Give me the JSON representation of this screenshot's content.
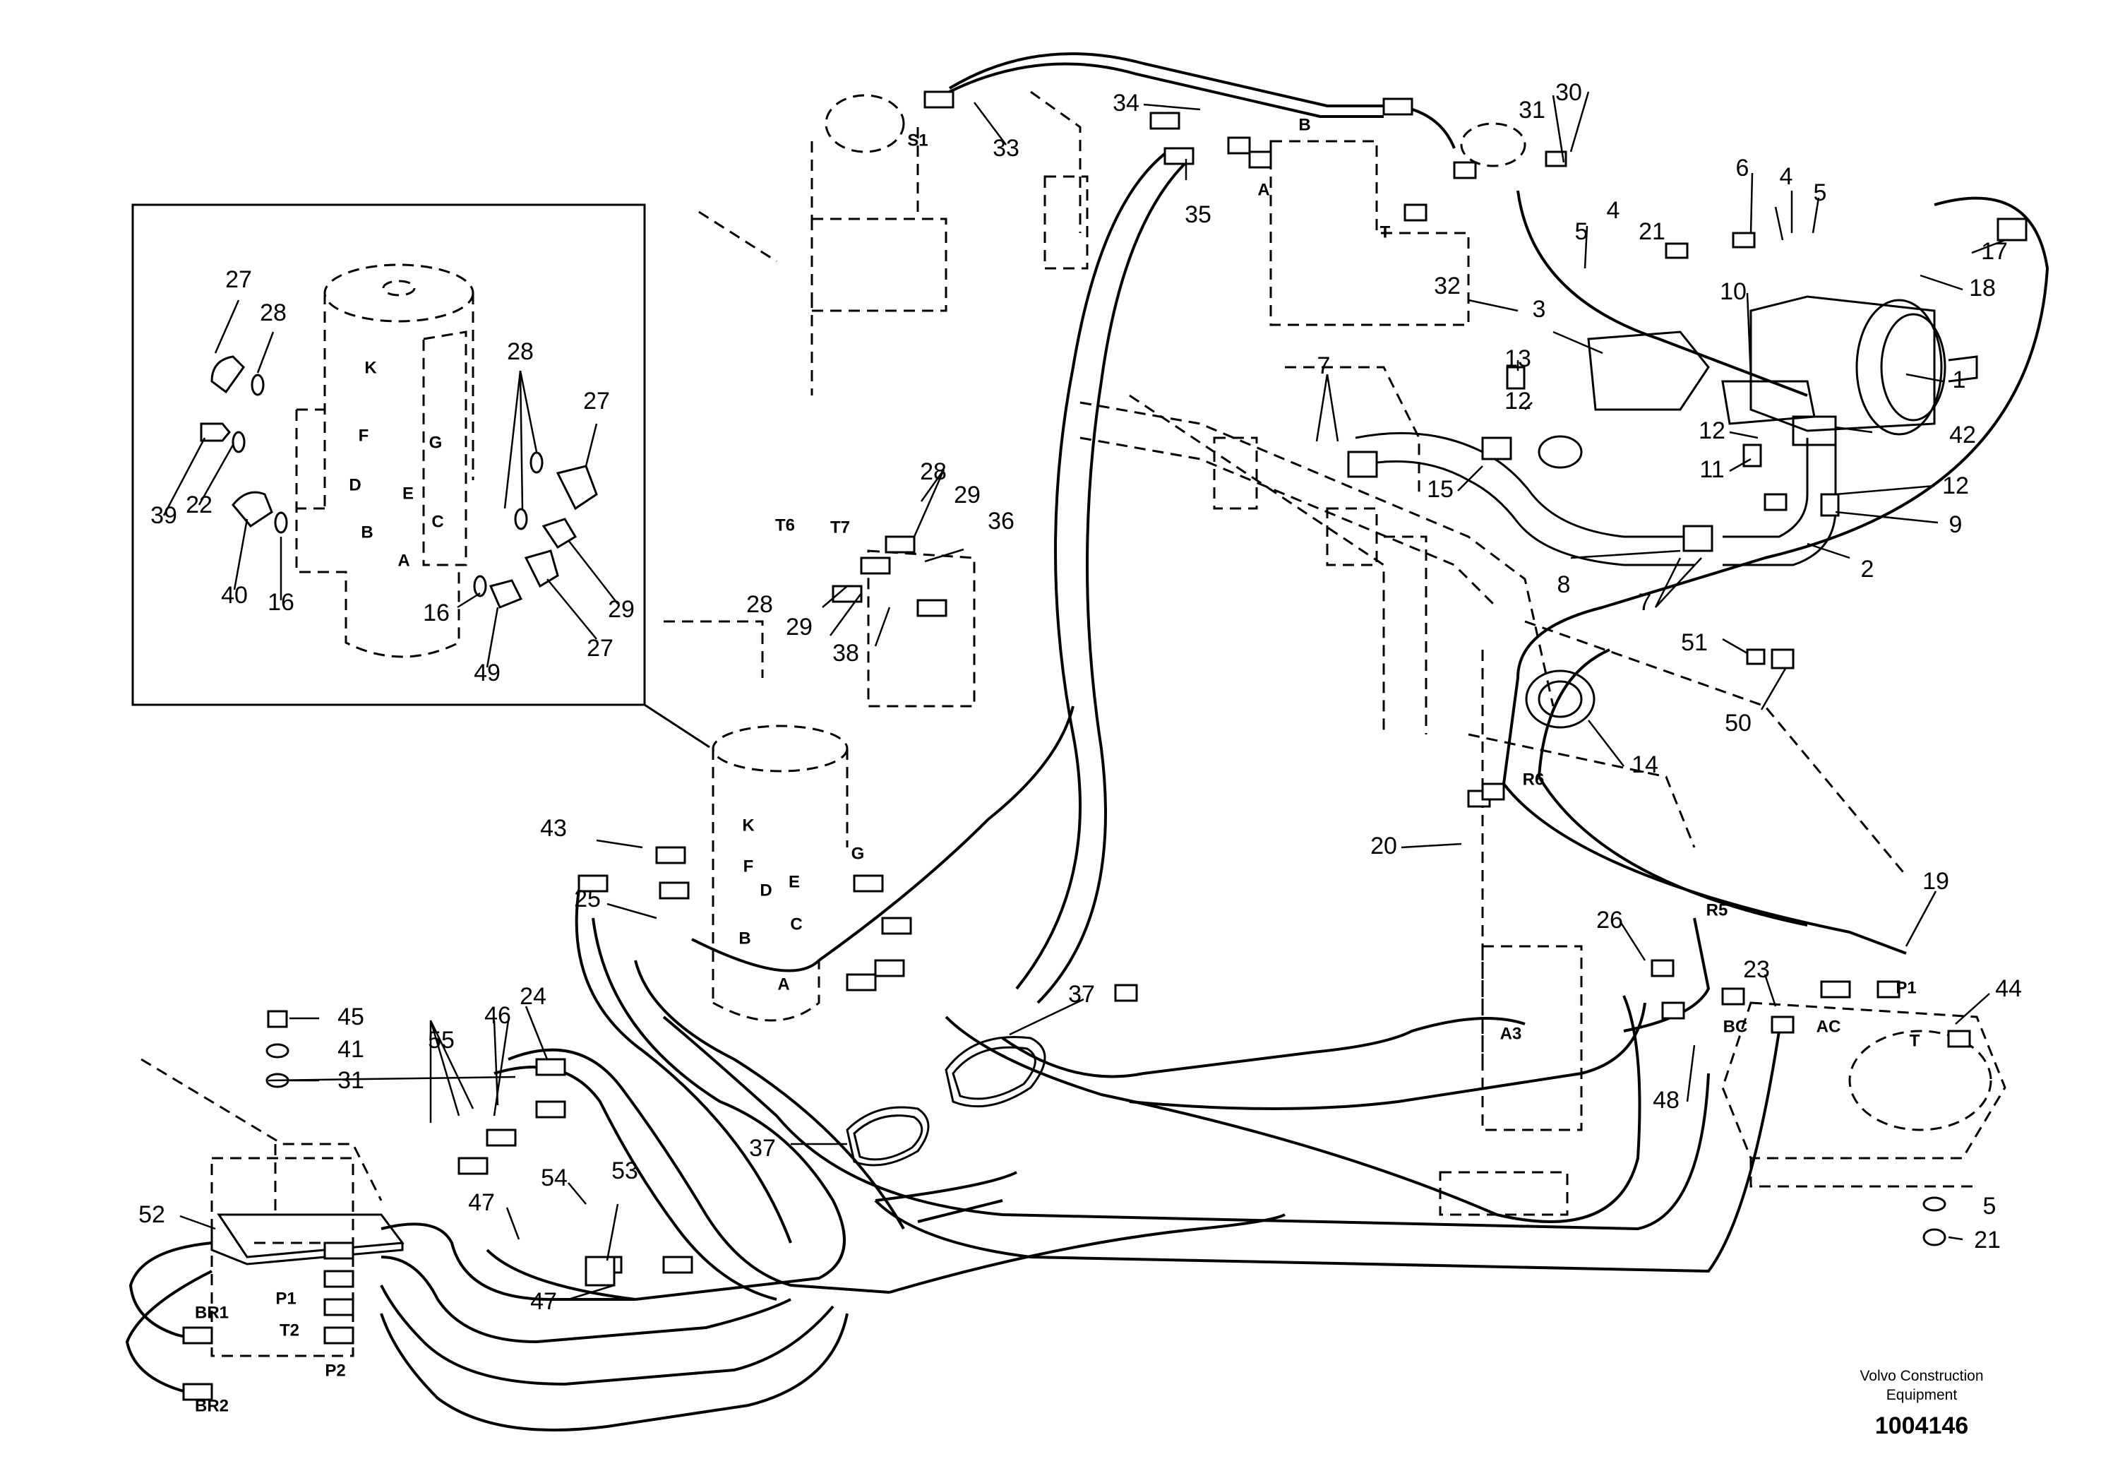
{
  "callouts": [
    {
      "text": "1"
    },
    {
      "text": "2"
    },
    {
      "text": "3"
    },
    {
      "text": "4"
    },
    {
      "text": "4"
    },
    {
      "text": "5"
    },
    {
      "text": "5"
    },
    {
      "text": "5"
    },
    {
      "text": "6"
    },
    {
      "text": "7"
    },
    {
      "text": "7"
    },
    {
      "text": "8"
    },
    {
      "text": "9"
    },
    {
      "text": "10"
    },
    {
      "text": "11"
    },
    {
      "text": "12"
    },
    {
      "text": "12"
    },
    {
      "text": "12"
    },
    {
      "text": "13"
    },
    {
      "text": "14"
    },
    {
      "text": "15"
    },
    {
      "text": "17"
    },
    {
      "text": "18"
    },
    {
      "text": "19"
    },
    {
      "text": "20"
    },
    {
      "text": "21"
    },
    {
      "text": "21"
    },
    {
      "text": "23"
    },
    {
      "text": "24"
    },
    {
      "text": "25"
    },
    {
      "text": "26"
    },
    {
      "text": "28"
    },
    {
      "text": "28"
    },
    {
      "text": "29"
    },
    {
      "text": "29"
    },
    {
      "text": "30"
    },
    {
      "text": "31"
    },
    {
      "text": "31"
    },
    {
      "text": "32"
    },
    {
      "text": "33"
    },
    {
      "text": "34"
    },
    {
      "text": "35"
    },
    {
      "text": "36"
    },
    {
      "text": "37"
    },
    {
      "text": "37"
    },
    {
      "text": "38"
    },
    {
      "text": "41"
    },
    {
      "text": "42"
    },
    {
      "text": "43"
    },
    {
      "text": "44"
    },
    {
      "text": "45"
    },
    {
      "text": "46"
    },
    {
      "text": "47"
    },
    {
      "text": "47"
    },
    {
      "text": "48"
    },
    {
      "text": "50"
    },
    {
      "text": "51"
    },
    {
      "text": "52"
    },
    {
      "text": "53"
    },
    {
      "text": "54"
    },
    {
      "text": "55"
    }
  ],
  "inset_callouts": [
    {
      "text": "27"
    },
    {
      "text": "28"
    },
    {
      "text": "28"
    },
    {
      "text": "27"
    },
    {
      "text": "39"
    },
    {
      "text": "22"
    },
    {
      "text": "40"
    },
    {
      "text": "16"
    },
    {
      "text": "29"
    },
    {
      "text": "16"
    },
    {
      "text": "27"
    },
    {
      "text": "49"
    }
  ],
  "port_labels": [
    {
      "text": "S1"
    },
    {
      "text": "B"
    },
    {
      "text": "A"
    },
    {
      "text": "T"
    },
    {
      "text": "T6"
    },
    {
      "text": "T7"
    },
    {
      "text": "K"
    },
    {
      "text": "F"
    },
    {
      "text": "D"
    },
    {
      "text": "E"
    },
    {
      "text": "G"
    },
    {
      "text": "C"
    },
    {
      "text": "B"
    },
    {
      "text": "A"
    },
    {
      "text": "R6"
    },
    {
      "text": "R5"
    },
    {
      "text": "P1"
    },
    {
      "text": "AC"
    },
    {
      "text": "T"
    },
    {
      "text": "BC"
    },
    {
      "text": "A3"
    },
    {
      "text": "BR1"
    },
    {
      "text": "P1"
    },
    {
      "text": "T2"
    },
    {
      "text": "BR2"
    },
    {
      "text": "P2"
    }
  ],
  "inset_port_labels": [
    {
      "text": "K"
    },
    {
      "text": "F"
    },
    {
      "text": "G"
    },
    {
      "text": "D"
    },
    {
      "text": "E"
    },
    {
      "text": "B"
    },
    {
      "text": "C"
    },
    {
      "text": "A"
    }
  ],
  "footer": {
    "brand_line1": "Volvo Construction",
    "brand_line2": "Equipment",
    "drawing_number": "1004146"
  }
}
